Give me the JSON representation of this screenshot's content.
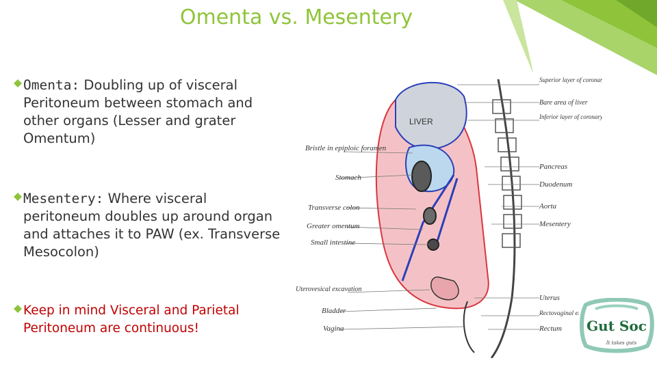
{
  "title": "Omenta vs. Mesentery",
  "accent_color": "#8fc43a",
  "bullets": [
    {
      "term": "Omenta:",
      "text": " Doubling up of visceral Peritoneum between stomach and other organs (Lesser and grater Omentum)",
      "style": "normal"
    },
    {
      "term": "Mesentery:",
      "text": " Where visceral peritoneum doubles up around organ and attaches it to PAW  (ex. Transverse Mesocolon)",
      "style": "normal"
    },
    {
      "term": "",
      "text": "Keep in mind Visceral and Parietal Peritoneum are continuous!",
      "style": "emphasis-red"
    }
  ],
  "figure": {
    "organ_label": "LIVER",
    "labels_left": [
      "Bristle in epiploic foramen",
      "Stomach",
      "Transverse colon",
      "Greater omentum",
      "Small intestine",
      "Uterovesical excavation",
      "Bladder",
      "Vagina"
    ],
    "labels_right": [
      "Superior layer of coronary ligament",
      "Bare area of liver",
      "Inferior layer of coronary ligament",
      "Pancreas",
      "Duodenum",
      "Aorta",
      "Mesentery",
      "Uterus",
      "Rectovaginal excavation",
      "Rectum"
    ]
  },
  "logo": {
    "name": "Gut Soc",
    "tagline": "It takes guts"
  }
}
